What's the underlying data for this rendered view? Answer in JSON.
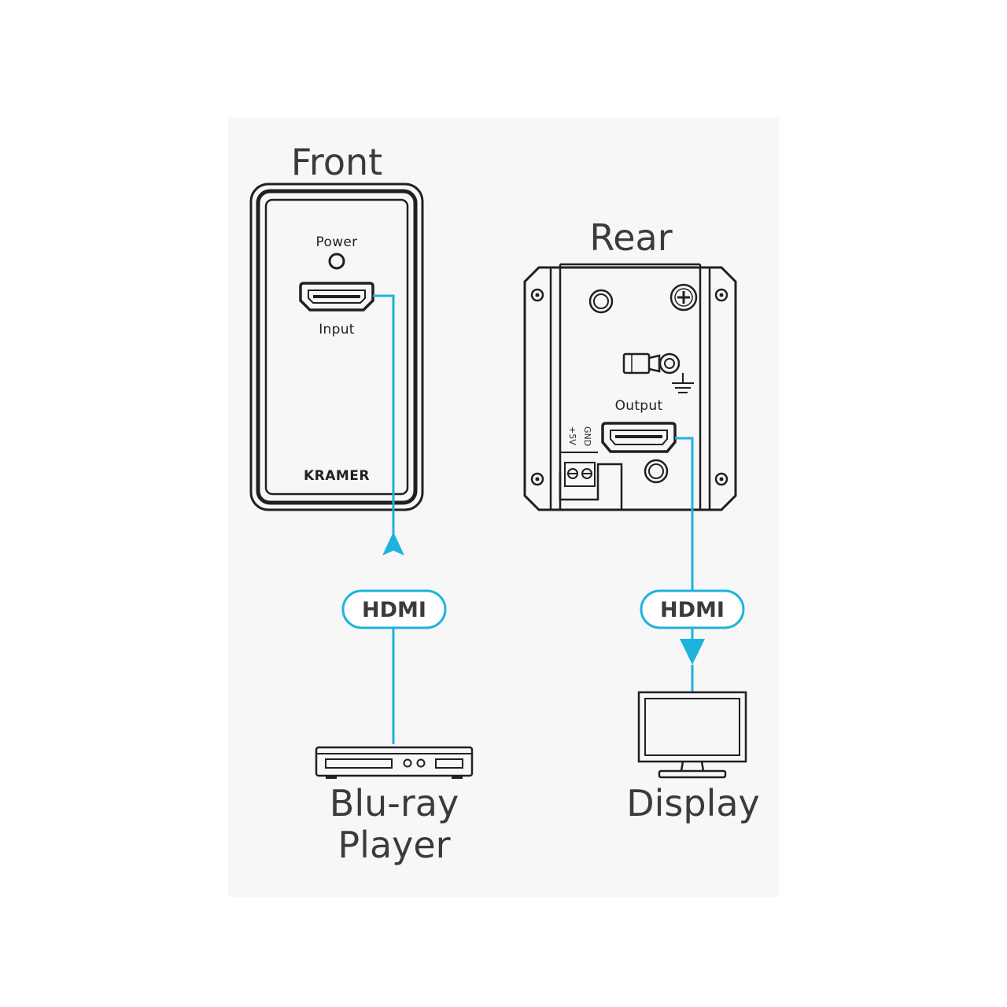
{
  "front": {
    "title": "Front",
    "power_label": "Power",
    "input_label": "Input",
    "brand": "KRAMER"
  },
  "rear": {
    "title": "Rear",
    "output_label": "Output",
    "gnd_label": "GND",
    "v5_label": "+5V"
  },
  "cables": {
    "input_cable": "HDMI",
    "output_cable": "HDMI"
  },
  "source": {
    "line1": "Blu-ray",
    "line2": "Player"
  },
  "sink": {
    "label": "Display"
  },
  "colors": {
    "cable": "#1eb3de",
    "ink": "#231f20",
    "text": "#3b3b3d"
  }
}
